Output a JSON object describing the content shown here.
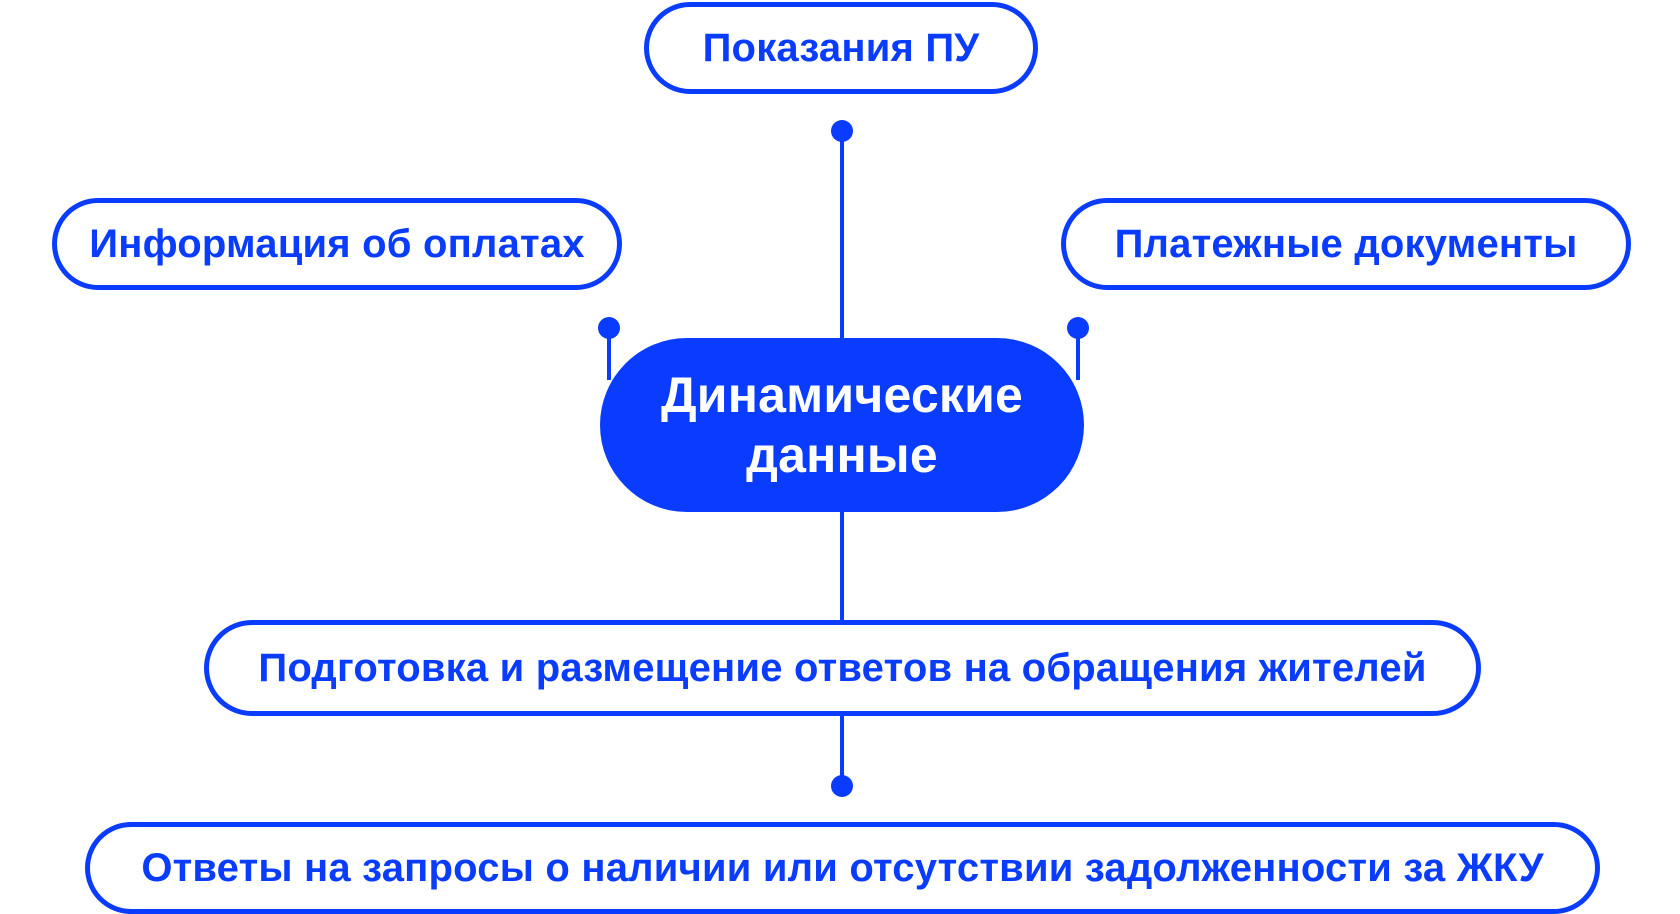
{
  "diagram": {
    "center": "Динамические данные",
    "top": "Показания ПУ",
    "left": "Информация об оплатах",
    "right": "Платежные документы",
    "middle": "Подготовка и размещение ответов на обращения жителей",
    "bottom": "Ответы на запросы о наличии или отсутствии задолженности за ЖКУ"
  },
  "colors": {
    "accent": "#0a3cff",
    "background": "#ffffff"
  }
}
